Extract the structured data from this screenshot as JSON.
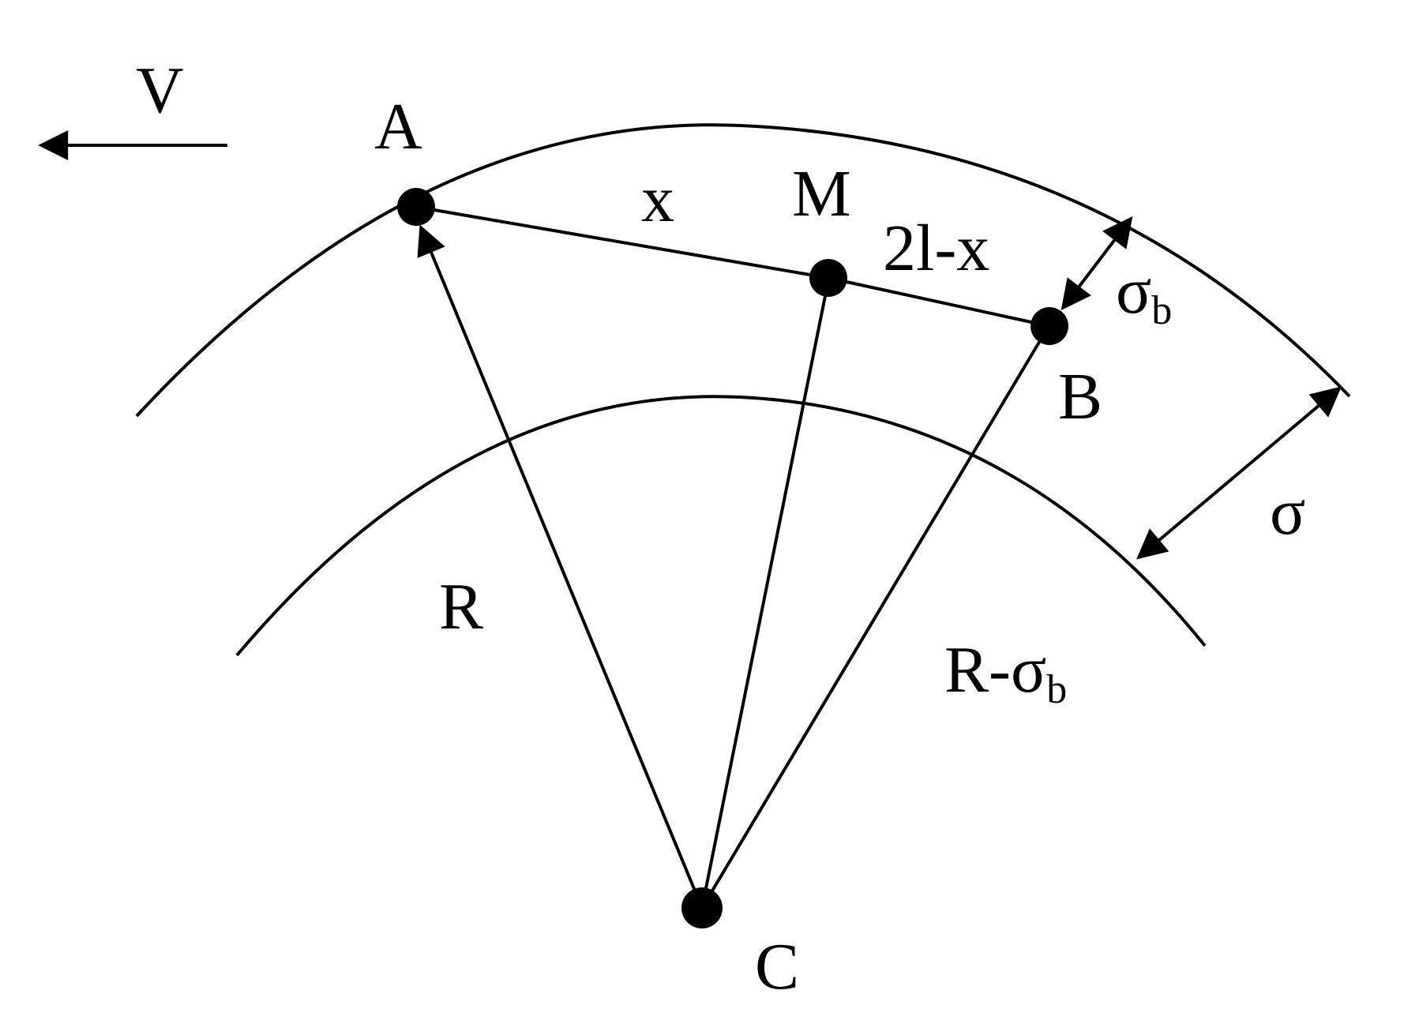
{
  "labels": {
    "velocity": "V",
    "point_a": "A",
    "point_m": "M",
    "point_b": "B",
    "point_c": "C",
    "segment_am": "x",
    "segment_mb": "2l-x",
    "sigma_b_symbol": "σ",
    "sigma_b_sub": "b",
    "sigma": "σ",
    "radius": "R",
    "inner_radius_prefix": "R-σ",
    "inner_radius_sub": "b"
  },
  "colors": {
    "stroke": "#000000",
    "background": "#ffffff"
  }
}
